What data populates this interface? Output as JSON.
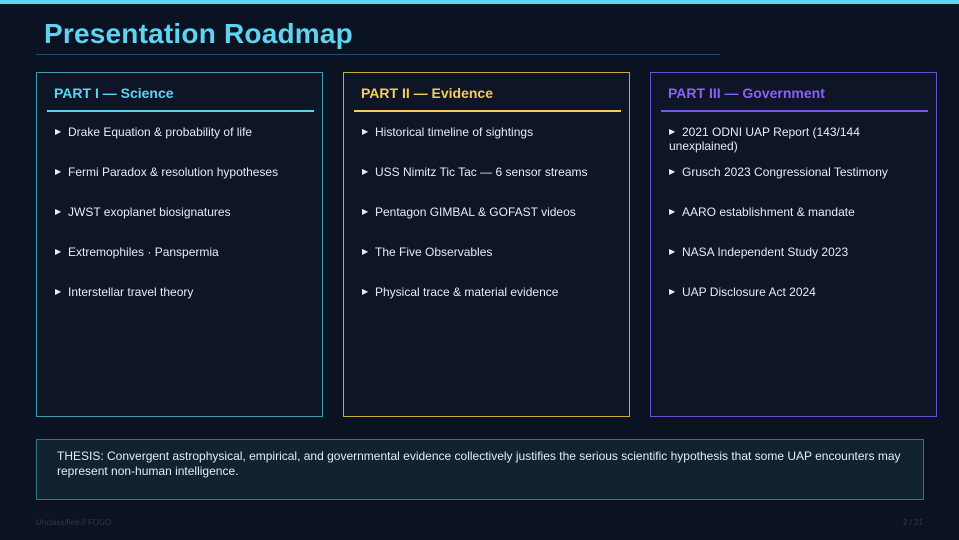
{
  "slide": {
    "title": "Presentation Roadmap"
  },
  "colors": {
    "accent_cyan": "#5fd4f0",
    "accent_gold": "#f2cf5b",
    "accent_purple": "#8b63f2",
    "background": "#0b1222"
  },
  "parts": [
    {
      "heading": "PART I — Science",
      "items": [
        "Drake Equation & probability of life",
        "Fermi Paradox & resolution hypotheses",
        "JWST exoplanet biosignatures",
        "Extremophiles · Panspermia",
        "Interstellar travel theory"
      ]
    },
    {
      "heading": "PART II — Evidence",
      "items": [
        "Historical timeline of sightings",
        "USS Nimitz Tic Tac — 6 sensor streams",
        "Pentagon GIMBAL & GOFAST videos",
        "The Five Observables",
        "Physical trace & material evidence"
      ]
    },
    {
      "heading": "PART III — Government",
      "items": [
        "2021 ODNI UAP Report (143/144 unexplained)",
        "Grusch 2023 Congressional Testimony",
        "AARO establishment & mandate",
        "NASA Independent Study 2023",
        "UAP Disclosure Act 2024"
      ]
    }
  ],
  "thesis": "THESIS: Convergent astrophysical, empirical, and governmental evidence collectively justifies the serious scientific hypothesis that some UAP encounters may represent non-human intelligence.",
  "footer": {
    "classification": "Unclassified // FOUO",
    "page": "2 / 21"
  },
  "icons": {
    "bullet": "triangle-right-icon"
  }
}
